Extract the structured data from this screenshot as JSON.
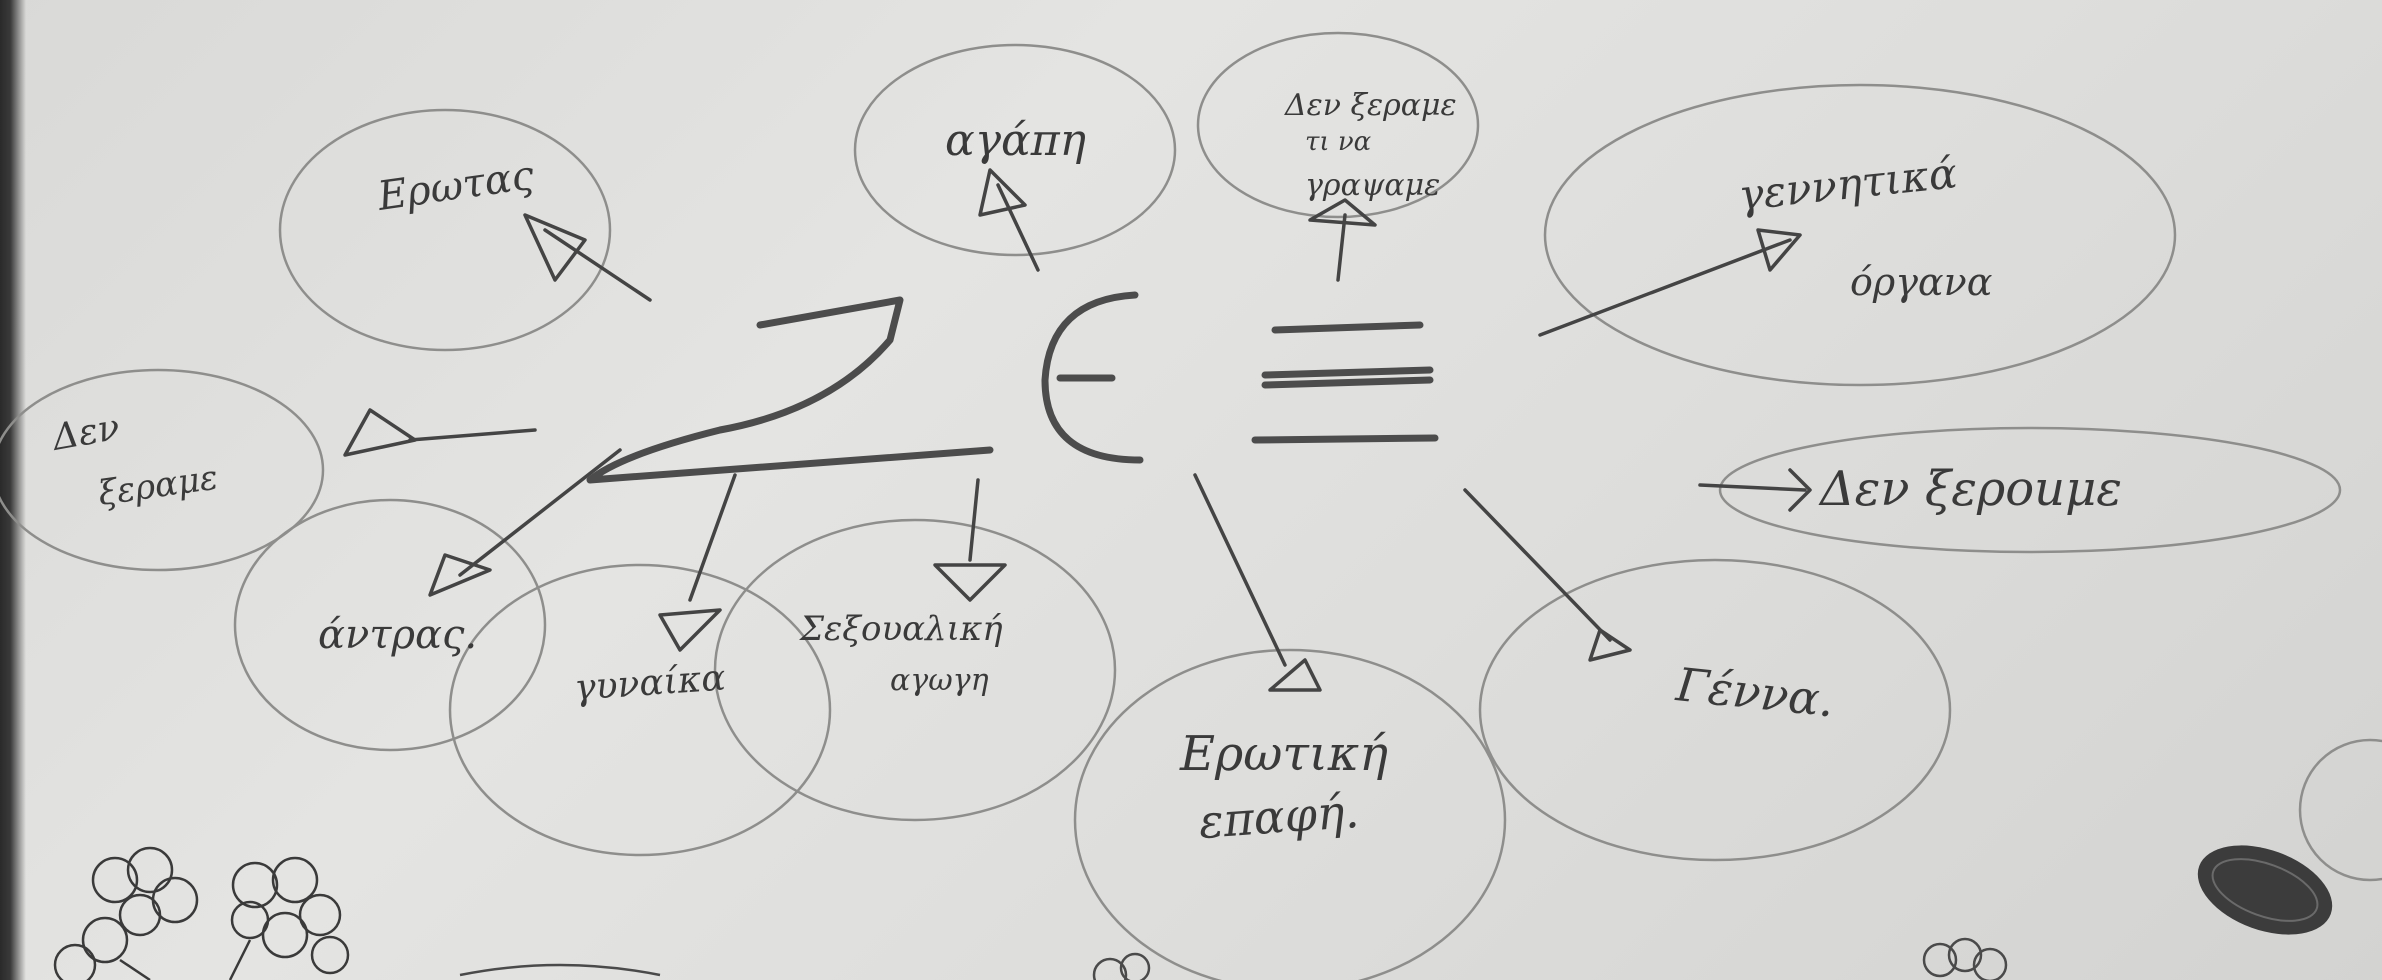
{
  "center": {
    "label": "ΣΕΞ"
  },
  "bubbles": {
    "erotas": "Ερωτας",
    "agapi": "αγάπη",
    "den_xerame_1": "Δεν ξεραμε",
    "den_xerame_2": "τι να",
    "den_xerame_3": "γραψαμε",
    "genitika_1": "γεννητικά",
    "genitika_2": "όργανα",
    "den_xerame_left_1": "Δεν",
    "den_xerame_left_2": "ξεραμε",
    "den_xeroume": "Δεν ξεροuμε",
    "antras": "άντρας.",
    "gynaika": "γυναίκα",
    "sex_agogi_1": "Σεξουαλική",
    "sex_agogi_2": "αγωγη",
    "erotiki_1": "Ερωτική",
    "erotiki_2": "επαφή.",
    "genna": "Γέννα."
  }
}
